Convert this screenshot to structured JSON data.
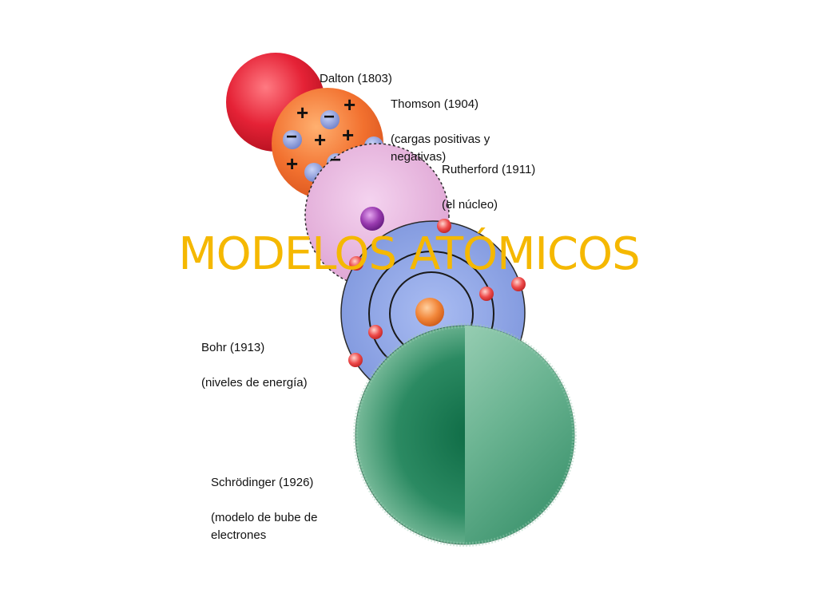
{
  "title": "MODELOS ATÓMICOS",
  "models": [
    {
      "name": "Dalton (1803)",
      "note": ""
    },
    {
      "name": "Thomson (1904)",
      "note": "(cargas positivas y\nnegativas)"
    },
    {
      "name": "Rutherford (1911)",
      "note": "(el núcleo)"
    },
    {
      "name": "Bohr (1913)",
      "note": "(niveles de energía)"
    },
    {
      "name": "Schrödinger (1926)",
      "note": "(modelo de bube de\nelectrones"
    }
  ],
  "thomson_symbols": {
    "plus": "+",
    "minus": "−"
  },
  "colors": {
    "title": "#f5b800",
    "dalton": "#e02a3a",
    "thomson": "#f07a3a",
    "rutherford": "#e7b2dc",
    "bohr": "#8fa6e6",
    "schrodinger_dark": "#1f7a55",
    "schrodinger_light": "#7fc2a2"
  }
}
